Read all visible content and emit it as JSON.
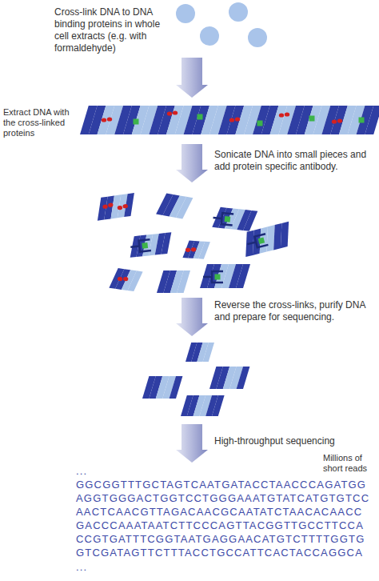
{
  "diagram": {
    "labels": [
      "Cross-link DNA to DNA binding proteins in whole cell extracts (e.g. with formaldehyde)",
      "Extract DNA with the cross-linked proteins",
      "Sonicate DNA into small pieces and add protein specific antibody.",
      "Reverse the cross-links, purify DNA and prepare for sequencing.",
      "High-throughput sequencing",
      "...",
      "GGCGGTTTGCTAGTCAATGATACCTAACCCAGATGG",
      "AGGTGGGACTGGTCCTGGGAAATGTATCATGTGTCC",
      "AACTCAACGTTAGACAACGCAATATCTAACACAACC",
      "GACCCAAATAATCTTCCCAGTTACGGTTGCCTTCCA",
      "CCGTGATTTCGGTAATGAGGAACATGTCTTTTGGTG",
      "GTCGATAGTTCTTTACCTGCCATTCACTACCAGGCA",
      "...",
      "Millions of short reads"
    ]
  }
}
